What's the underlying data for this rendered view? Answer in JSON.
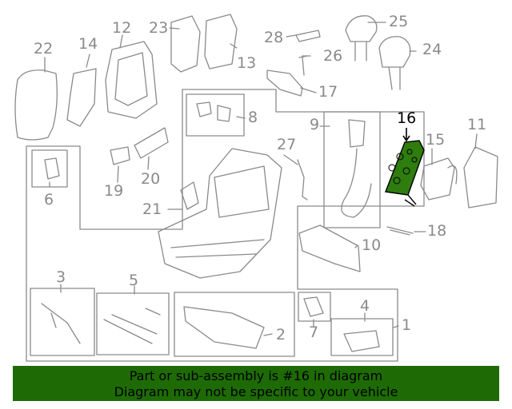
{
  "callouts": {
    "c1": "1",
    "c2": "2",
    "c3": "3",
    "c4": "4",
    "c5": "5",
    "c6": "6",
    "c7": "7",
    "c8": "8",
    "c9": "9",
    "c10": "10",
    "c11": "11",
    "c12": "12",
    "c13": "13",
    "c14": "14",
    "c15": "15",
    "c16": "16",
    "c17": "17",
    "c18": "18",
    "c19": "19",
    "c20": "20",
    "c21": "21",
    "c22": "22",
    "c23": "23",
    "c24": "24",
    "c25": "25",
    "c26": "26",
    "c27": "27",
    "c28": "28"
  },
  "highlight_part": "16",
  "colors": {
    "highlight_fill": "#2e7d0e",
    "banner": "#1e6b06",
    "line": "#8a8a8a"
  },
  "banner": {
    "line1": "Part or sub-assembly is #16 in diagram",
    "line2": "Diagram may not be specific to your vehicle"
  }
}
